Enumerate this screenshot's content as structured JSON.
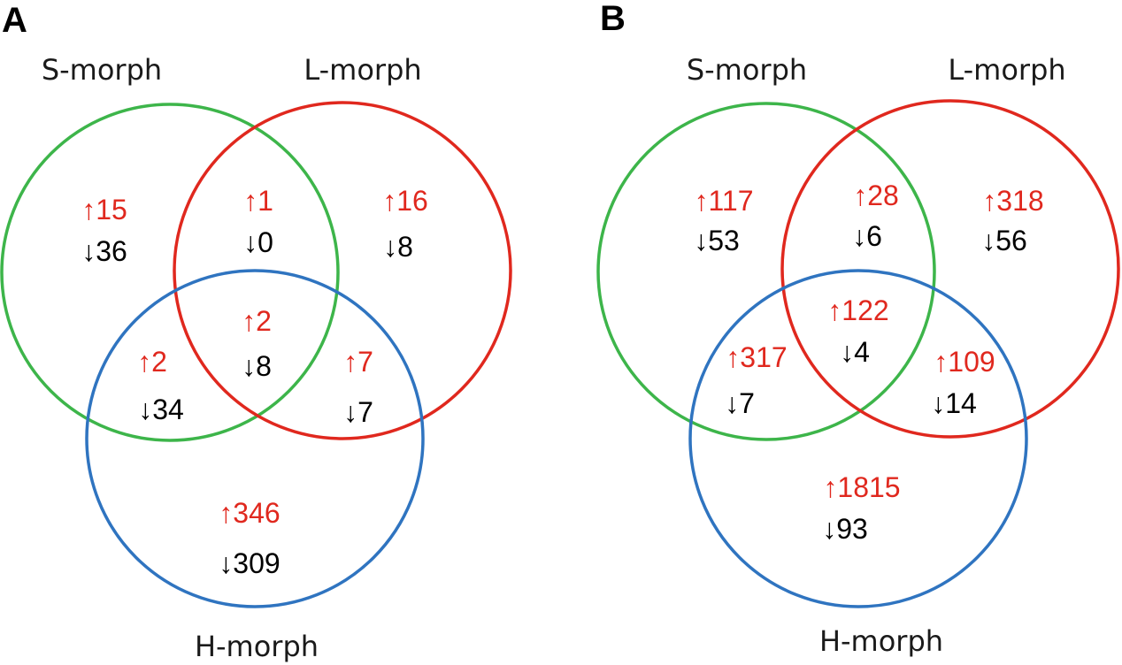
{
  "colors": {
    "s_morph": "#3db54a",
    "l_morph": "#e0281e",
    "h_morph": "#2f74c0",
    "up": "#e0281e",
    "down": "#000000"
  },
  "panels": [
    {
      "letter": "A",
      "sets": {
        "s": "S-morph",
        "l": "L-morph",
        "h": "H-morph"
      },
      "regions": {
        "s_only": {
          "up": "↑15",
          "down": "↓36"
        },
        "sl": {
          "up": "↑1",
          "down": "↓0"
        },
        "l_only": {
          "up": "↑16",
          "down": "↓8"
        },
        "slh": {
          "up": "↑2",
          "down": "↓8"
        },
        "sh": {
          "up": "↑2",
          "down": "↓34"
        },
        "lh": {
          "up": "↑7",
          "down": "↓7"
        },
        "h_only": {
          "up": "↑346",
          "down": "↓309"
        }
      }
    },
    {
      "letter": "B",
      "sets": {
        "s": "S-morph",
        "l": "L-morph",
        "h": "H-morph"
      },
      "regions": {
        "s_only": {
          "up": "↑117",
          "down": "↓53"
        },
        "sl": {
          "up": "↑28",
          "down": "↓6"
        },
        "l_only": {
          "up": "↑318",
          "down": "↓56"
        },
        "slh": {
          "up": "↑122",
          "down": "↓4"
        },
        "sh": {
          "up": "↑317",
          "down": "↓7"
        },
        "lh": {
          "up": "↑109",
          "down": "↓14"
        },
        "h_only": {
          "up": "↑1815",
          "down": "↓93"
        }
      }
    }
  ]
}
